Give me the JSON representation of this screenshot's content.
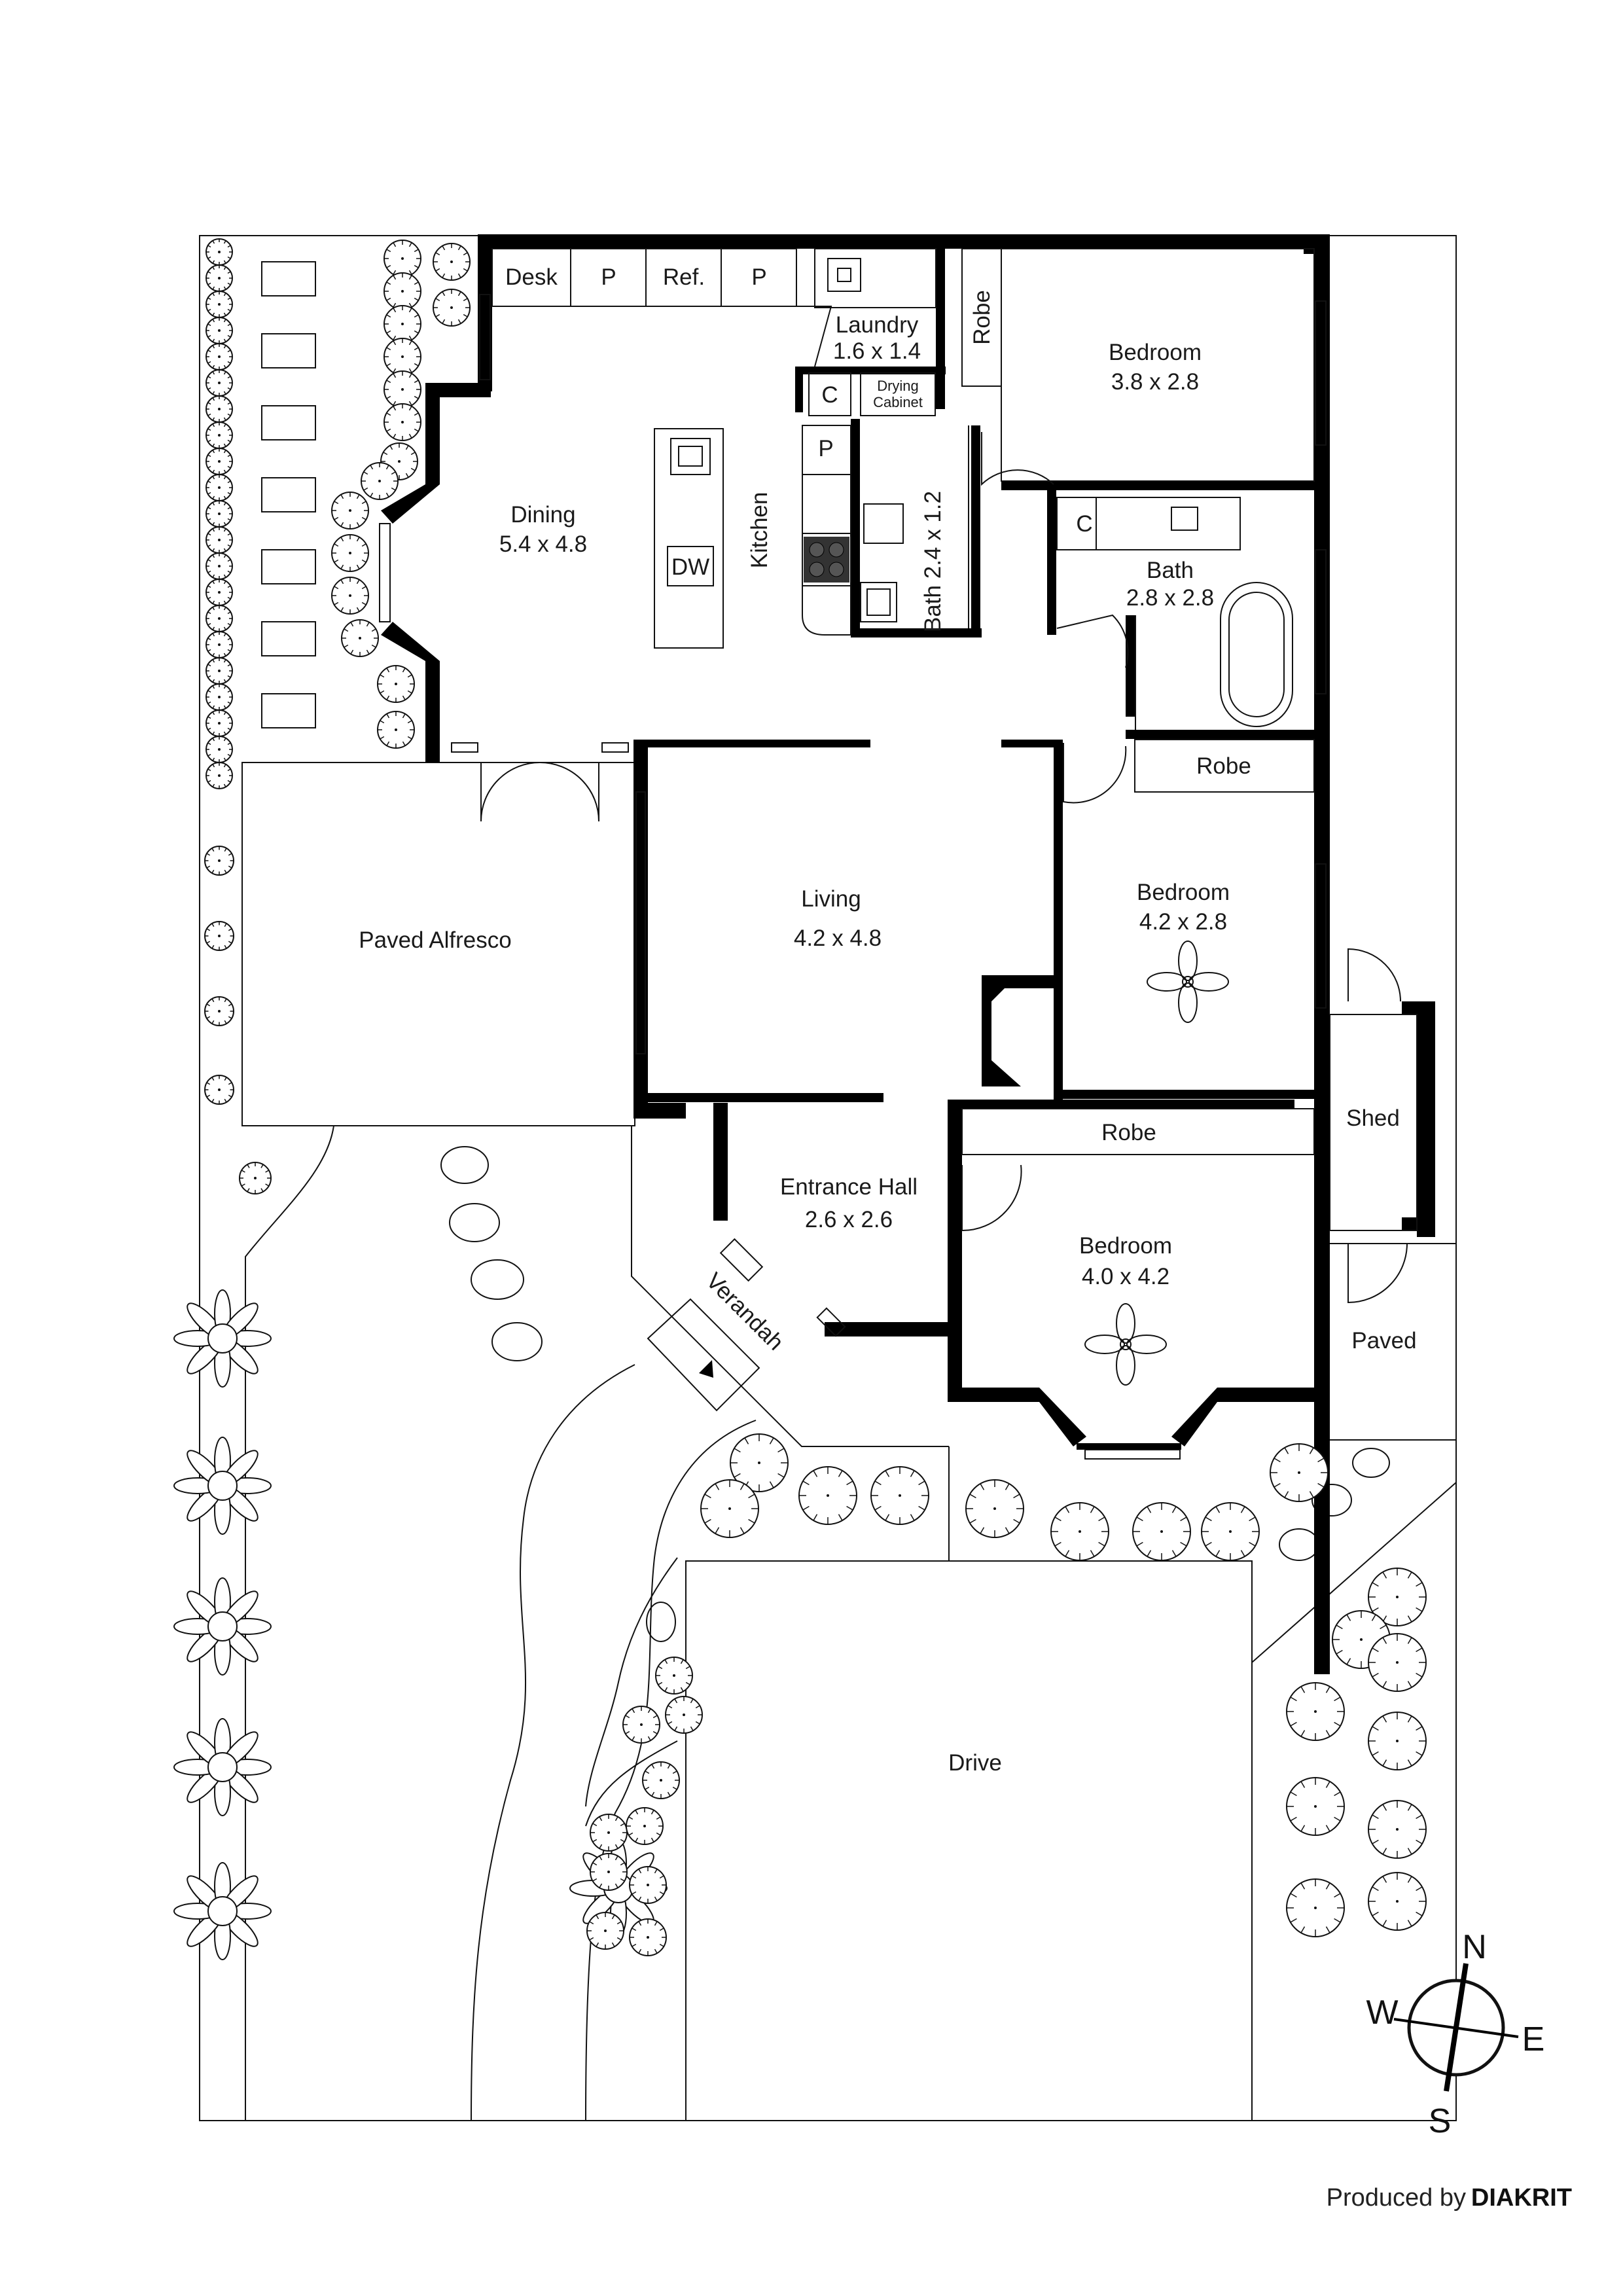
{
  "rooms": {
    "desk": "Desk",
    "pantry1": "P",
    "ref": "Ref.",
    "pantry2": "P",
    "laundry_name": "Laundry",
    "laundry_dim": "1.6 x 1.4",
    "laundry_cupboard": "C",
    "drying_cabinet_line1": "Drying",
    "drying_cabinet_line2": "Cabinet",
    "robe_top": "Robe",
    "bedroom1_name": "Bedroom",
    "bedroom1_dim": "3.8 x 2.8",
    "dining_name": "Dining",
    "dining_dim": "5.4 x 4.8",
    "kitchen_name": "Kitchen",
    "dishwasher": "DW",
    "pantry3": "P",
    "bath1": "Bath 2.4 x 1.2",
    "ensuite_cupboard": "C",
    "bath2_name": "Bath",
    "bath2_dim": "2.8 x 2.8",
    "robe2": "Robe",
    "living_name": "Living",
    "living_dim": "4.2 x 4.8",
    "bedroom2_name": "Bedroom",
    "bedroom2_dim": "4.2 x 2.8",
    "alfresco": "Paved Alfresco",
    "robe3": "Robe",
    "shed": "Shed",
    "hall_name": "Entrance Hall",
    "hall_dim": "2.6 x 2.6",
    "bedroom3_name": "Bedroom",
    "bedroom3_dim": "4.0 x 4.2",
    "verandah": "Verandah",
    "paved": "Paved",
    "drive": "Drive"
  },
  "compass": {
    "n": "N",
    "e": "E",
    "s": "S",
    "w": "W"
  },
  "credit": {
    "prefix": "Produced by",
    "brand": "DIAKRIT"
  },
  "colors": {
    "wall": "#000000",
    "line": "#111111",
    "background": "#ffffff"
  }
}
